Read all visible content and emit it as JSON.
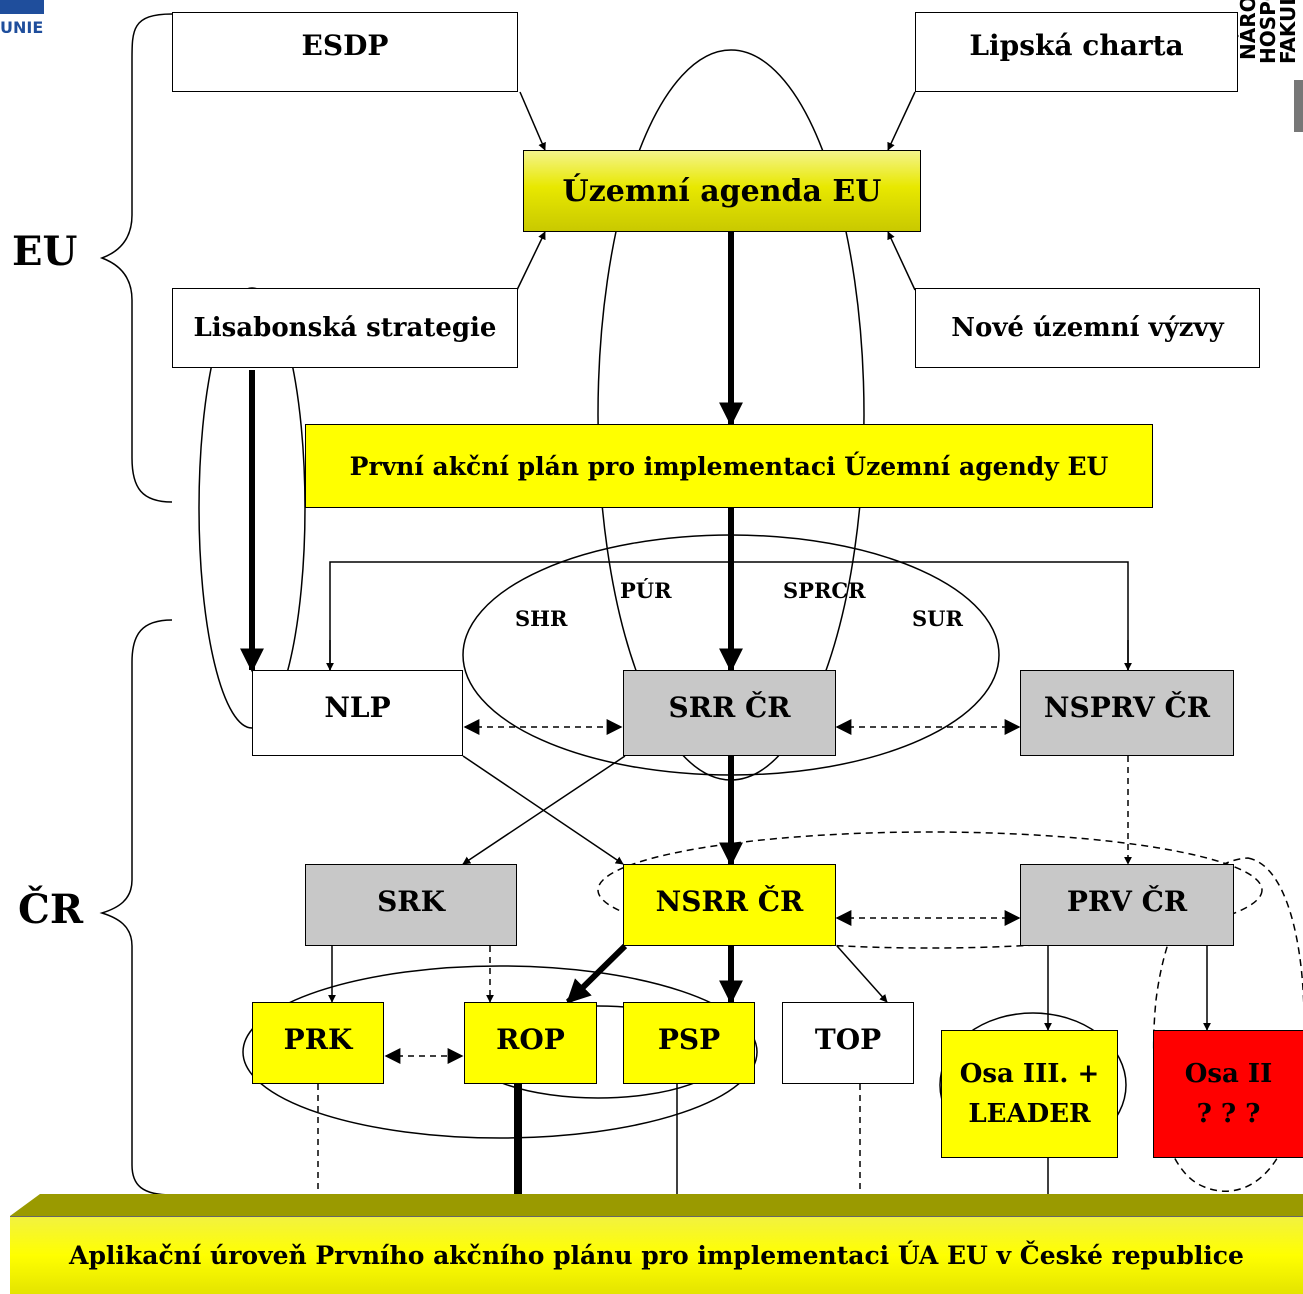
{
  "header": {
    "logo_left_text": "UNIE",
    "logo_right_lines": [
      "NÁRO",
      "HOSPO",
      "FAKUL"
    ]
  },
  "side_labels": {
    "eu": "EU",
    "cr": "ČR"
  },
  "boxes": {
    "esdp": "ESDP",
    "lipska_charta": "Lipská charta",
    "uzemni_agenda": "Územní agenda EU",
    "lisabonska_strategie": "Lisabonská strategie",
    "nove_uzemni_vyzvy": "Nové územní výzvy",
    "prvni_akcni_plan": "První akční plán pro implementaci Územní agendy EU",
    "nlp": "NLP",
    "srr_cr": "SRR ČR",
    "nsprv_cr": "NSPRV ČR",
    "srk": "SRK",
    "nsrr_cr": "NSRR ČR",
    "prv_cr": "PRV ČR",
    "prk": "PRK",
    "rop": "ROP",
    "psp": "PSP",
    "top": "TOP",
    "osa_iii_line1": "Osa III. +",
    "osa_iii_line2": "LEADER",
    "osa_ii_line1": "Osa II",
    "osa_ii_line2": "? ? ?"
  },
  "ellipse_labels": {
    "shr": "SHR",
    "pur": "PÚR",
    "sprcr": "SPRCR",
    "sur": "SUR"
  },
  "footer": {
    "bar_text": "Aplikační úroveň Prvního akčního plánu pro implementaci ÚA EU v České republice"
  },
  "colors": {
    "yellow": "#ffff00",
    "gray": "#c8c8c8",
    "red": "#ff0000",
    "olive": "#9a9a00",
    "logo_blue": "#1f4e9c"
  }
}
